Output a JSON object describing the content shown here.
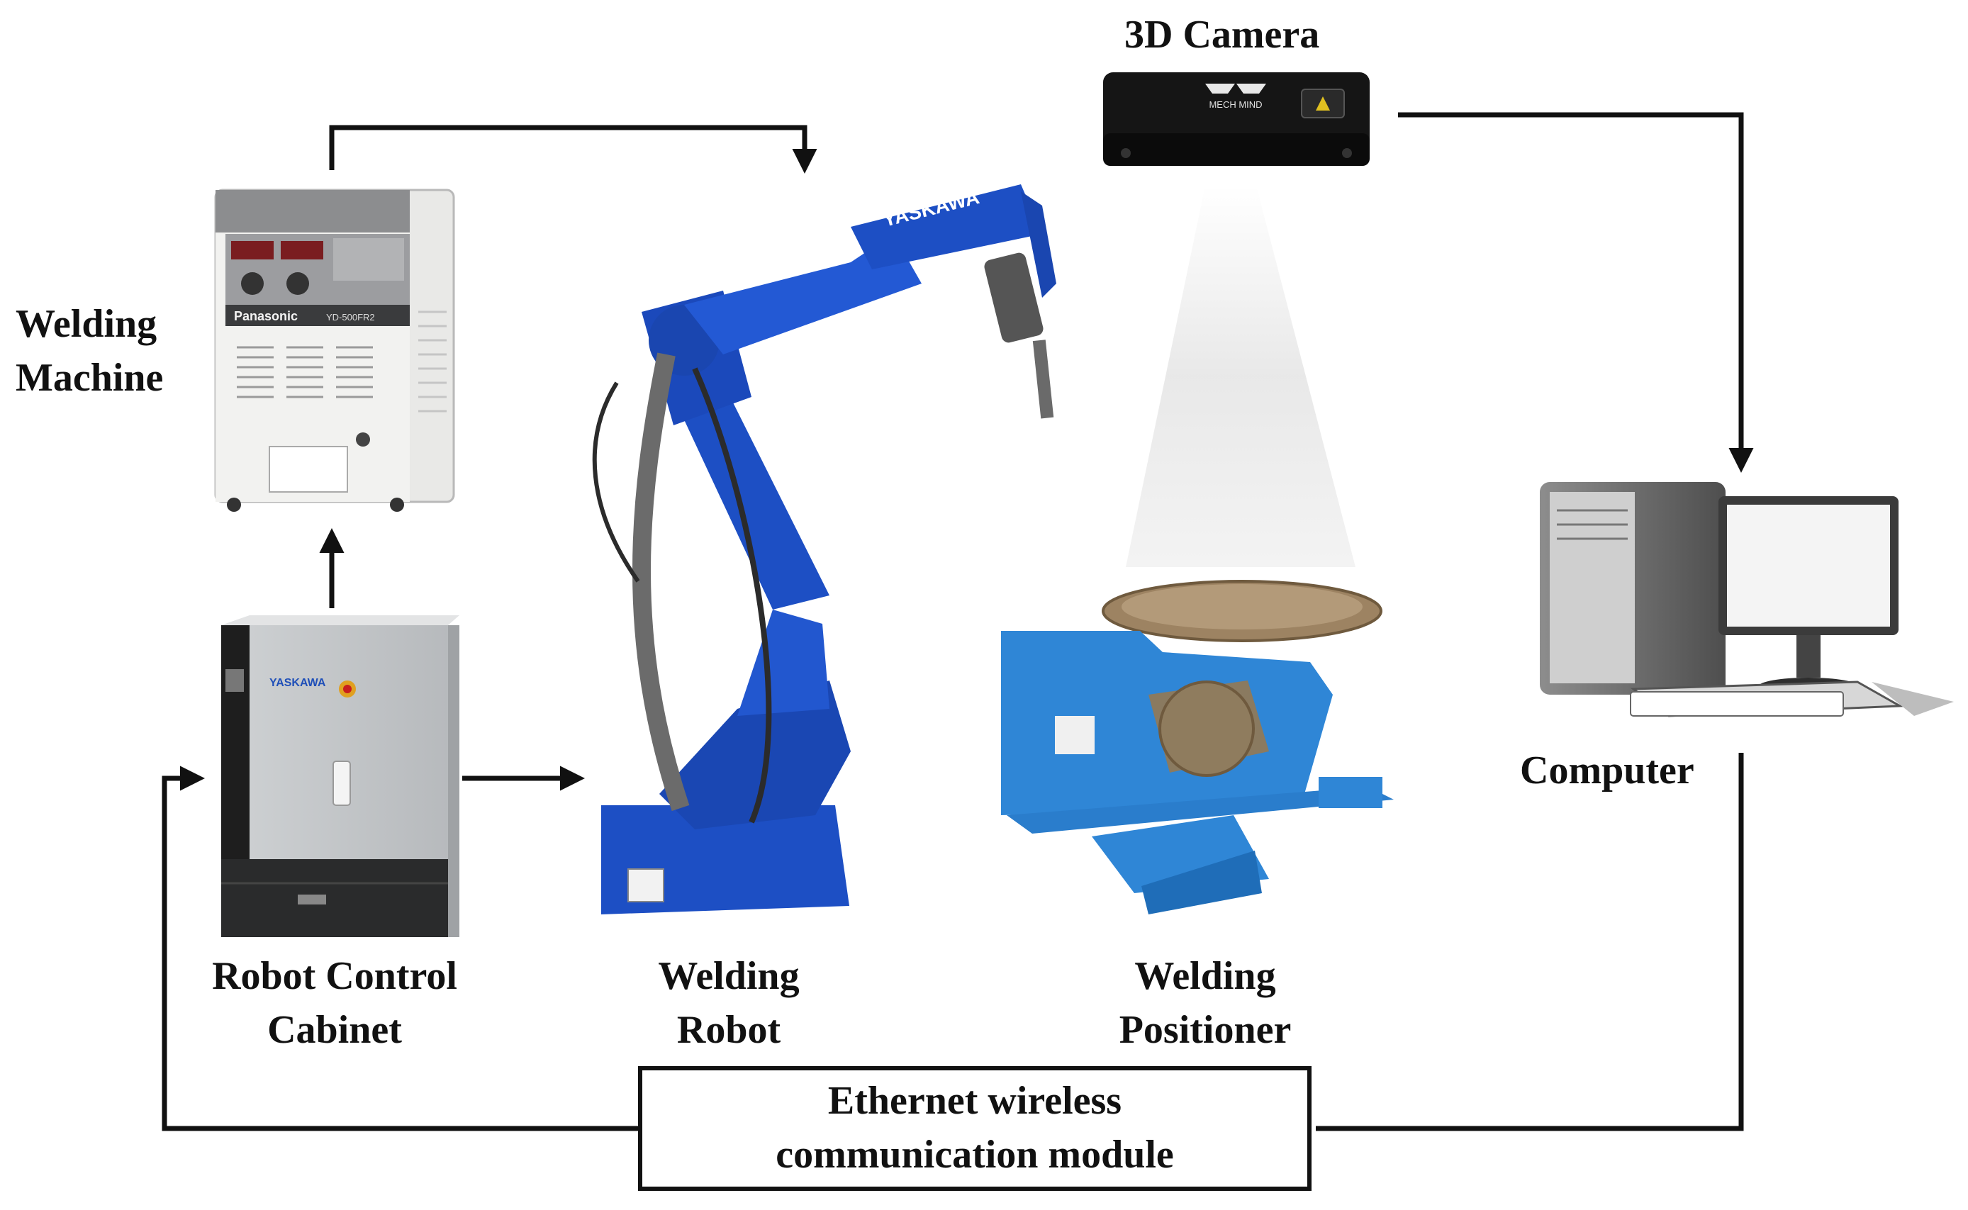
{
  "labels": {
    "camera": "3D Camera",
    "welding_machine": [
      "Welding",
      "Machine"
    ],
    "cabinet": [
      "Robot Control",
      "Cabinet"
    ],
    "robot": [
      "Welding",
      "Robot"
    ],
    "positioner": [
      "Welding",
      "Positioner"
    ],
    "computer": "Computer",
    "module": [
      "Ethernet wireless",
      "communication module"
    ]
  },
  "device_text": {
    "welder_brand": "Panasonic",
    "welder_model": "YD-500FR2",
    "robot_brand": "YASKAWA",
    "cabinet_brand": "YASKAWA",
    "camera_brand": "MECH MIND"
  },
  "colors": {
    "robot_blue": "#1d4fc4",
    "positioner_blue": "#2f86d6",
    "line": "#111111"
  }
}
